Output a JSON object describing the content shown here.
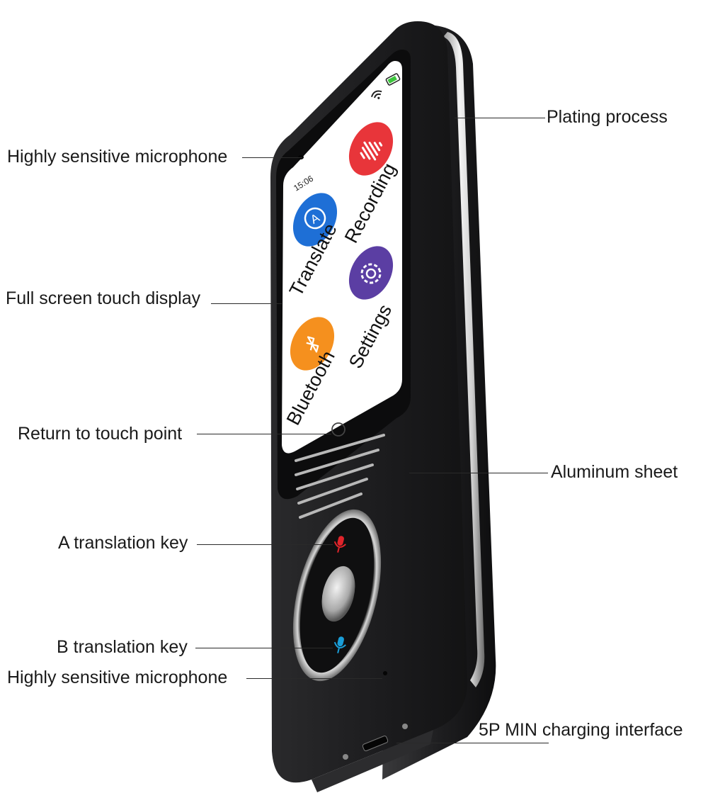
{
  "callouts": {
    "plating": "Plating process",
    "mic_top": "Highly sensitive microphone",
    "display": "Full screen touch display",
    "return": "Return to touch point",
    "aluminum": "Aluminum sheet",
    "key_a": "A translation key",
    "key_b": "B translation key",
    "mic_bottom": "Highly sensitive microphone",
    "charging": "5P MIN charging interface"
  },
  "screen": {
    "time": "15:06",
    "apps": [
      {
        "label": "Translate",
        "icon": "translate-icon",
        "color": "#1e6fd6"
      },
      {
        "label": "Recording",
        "icon": "waveform-icon",
        "color": "#e8353a"
      },
      {
        "label": "Bluetooth",
        "icon": "bluetooth-icon",
        "color": "#f5901e"
      },
      {
        "label": "Settings",
        "icon": "gear-icon",
        "color": "#5b3ea3"
      }
    ]
  },
  "colors": {
    "body": "#1c1c1e",
    "red_key": "#e0242b",
    "blue_key": "#1a9ed8"
  }
}
